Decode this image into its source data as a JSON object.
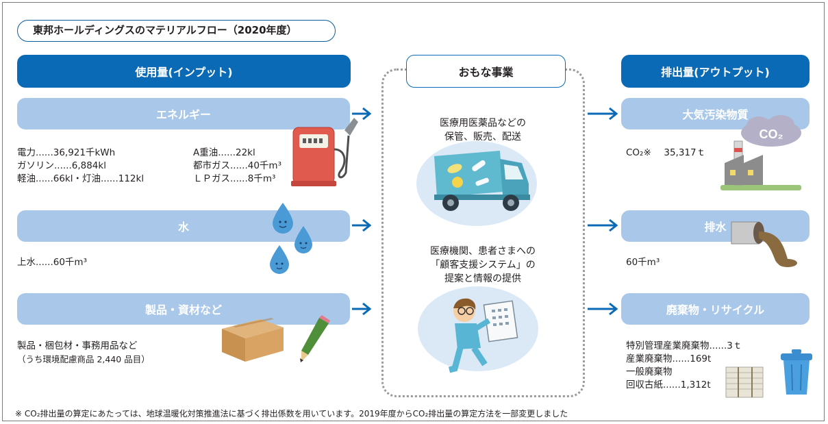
{
  "title": "東邦ホールディングスのマテリアルフロー（2020年度）",
  "input": {
    "header": "使用量(インプット)",
    "energy": {
      "label": "エネルギー",
      "left": [
        "電力......36,921千kWh",
        "ガソリン......6,884kl",
        "軽油......66kl・灯油......112kl"
      ],
      "right": [
        "A重油......22kl",
        "都市ガス......40千m³",
        "ＬＰガス......8千m³"
      ]
    },
    "water": {
      "label": "水",
      "value": "上水......60千m³"
    },
    "materials": {
      "label": "製品・資材など",
      "lines": [
        "製品・梱包材・事務用品など",
        "（うち環境配慮商品 2,440 品目）"
      ]
    }
  },
  "business": {
    "header": "おもな事業",
    "item1": [
      "医療用医薬品などの",
      "保管、販売、配送"
    ],
    "item2": [
      "医療機関、患者さまへの",
      "「顧客支援システム」の",
      "提案と情報の提供"
    ]
  },
  "output": {
    "header": "排出量(アウトプット)",
    "air": {
      "label": "大気汚染物質",
      "co2_label": "CO₂※",
      "co2_value": "35,317ｔ",
      "cloud_text": "CO₂"
    },
    "wastewater": {
      "label": "排水",
      "value": "60千m³"
    },
    "waste": {
      "label": "廃棄物・リサイクル",
      "lines": [
        "特別管理産業廃棄物......3ｔ",
        "産業廃棄物......169t",
        "一般廃棄物",
        "回収古紙......1,312t"
      ]
    }
  },
  "footnote": "※ CO₂排出量の算定にあたっては、地球温暖化対策推進法に基づく排出係数を用いています。2019年度からCO₂排出量の算定方法を一部変更しました",
  "colors": {
    "header_blue": "#0a6ab5",
    "bar_blue": "#a9c8e9",
    "circle_blue": "#dbe9f7",
    "arrow_blue": "#0a6ab5"
  },
  "icons": [
    "fuel-pump-icon",
    "water-drop-icon",
    "cardboard-box-icon",
    "pencil-icon",
    "delivery-truck-icon",
    "walking-person-icon",
    "factory-icon",
    "co2-cloud-icon",
    "drain-pipe-icon",
    "paper-bundle-icon",
    "trash-bin-icon",
    "arrow-right-icon"
  ]
}
